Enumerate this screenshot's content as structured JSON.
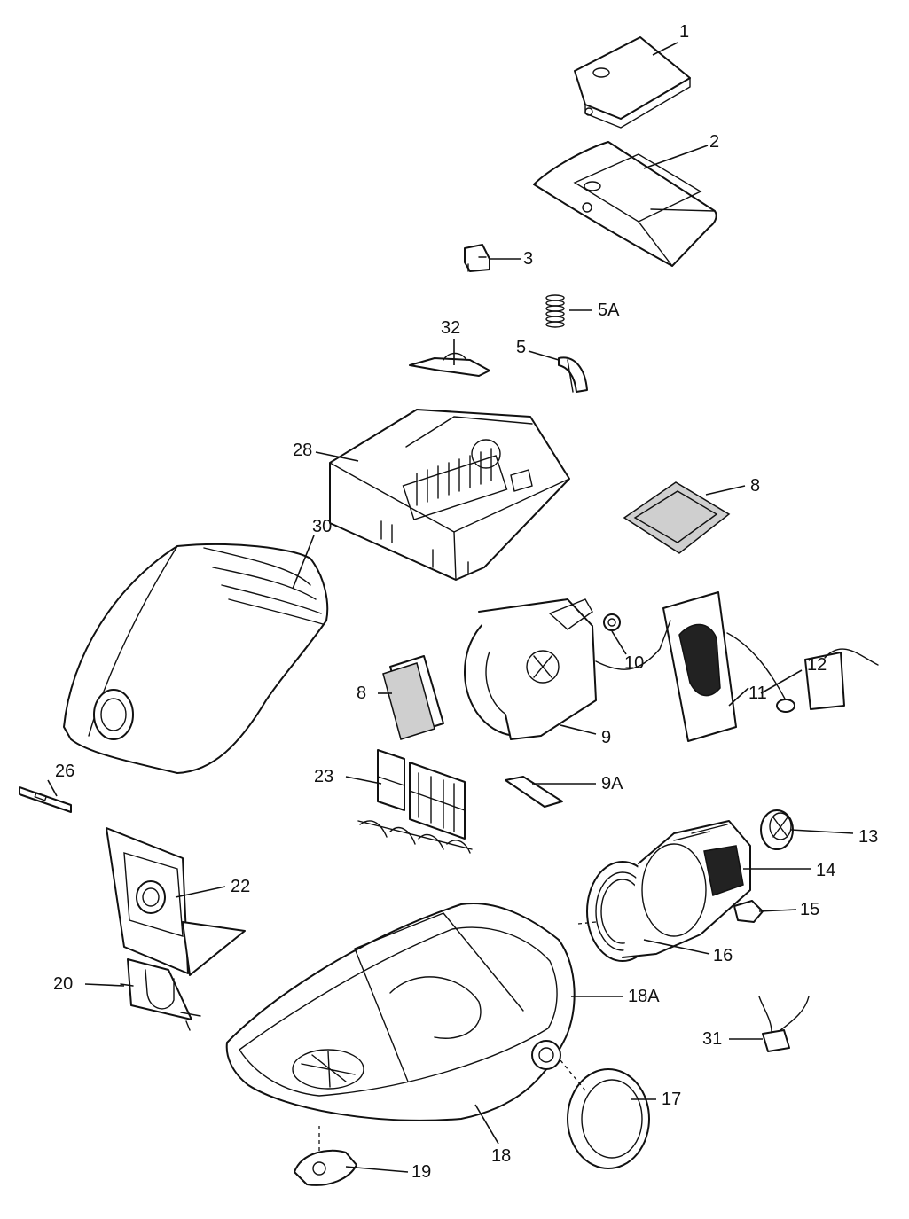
{
  "callouts": {
    "c1": "1",
    "c2": "2",
    "c3": "3",
    "c5A": "5A",
    "c32": "32",
    "c5": "5",
    "c28": "28",
    "c8a": "8",
    "c30": "30",
    "c10": "10",
    "c12": "12",
    "c11": "11",
    "c8b": "8",
    "c9": "9",
    "c26": "26",
    "c23": "23",
    "c9A": "9A",
    "c13": "13",
    "c14": "14",
    "c22": "22",
    "c15": "15",
    "c16": "16",
    "c20": "20",
    "c18A": "18A",
    "c31": "31",
    "c17": "17",
    "c18": "18",
    "c19": "19"
  }
}
